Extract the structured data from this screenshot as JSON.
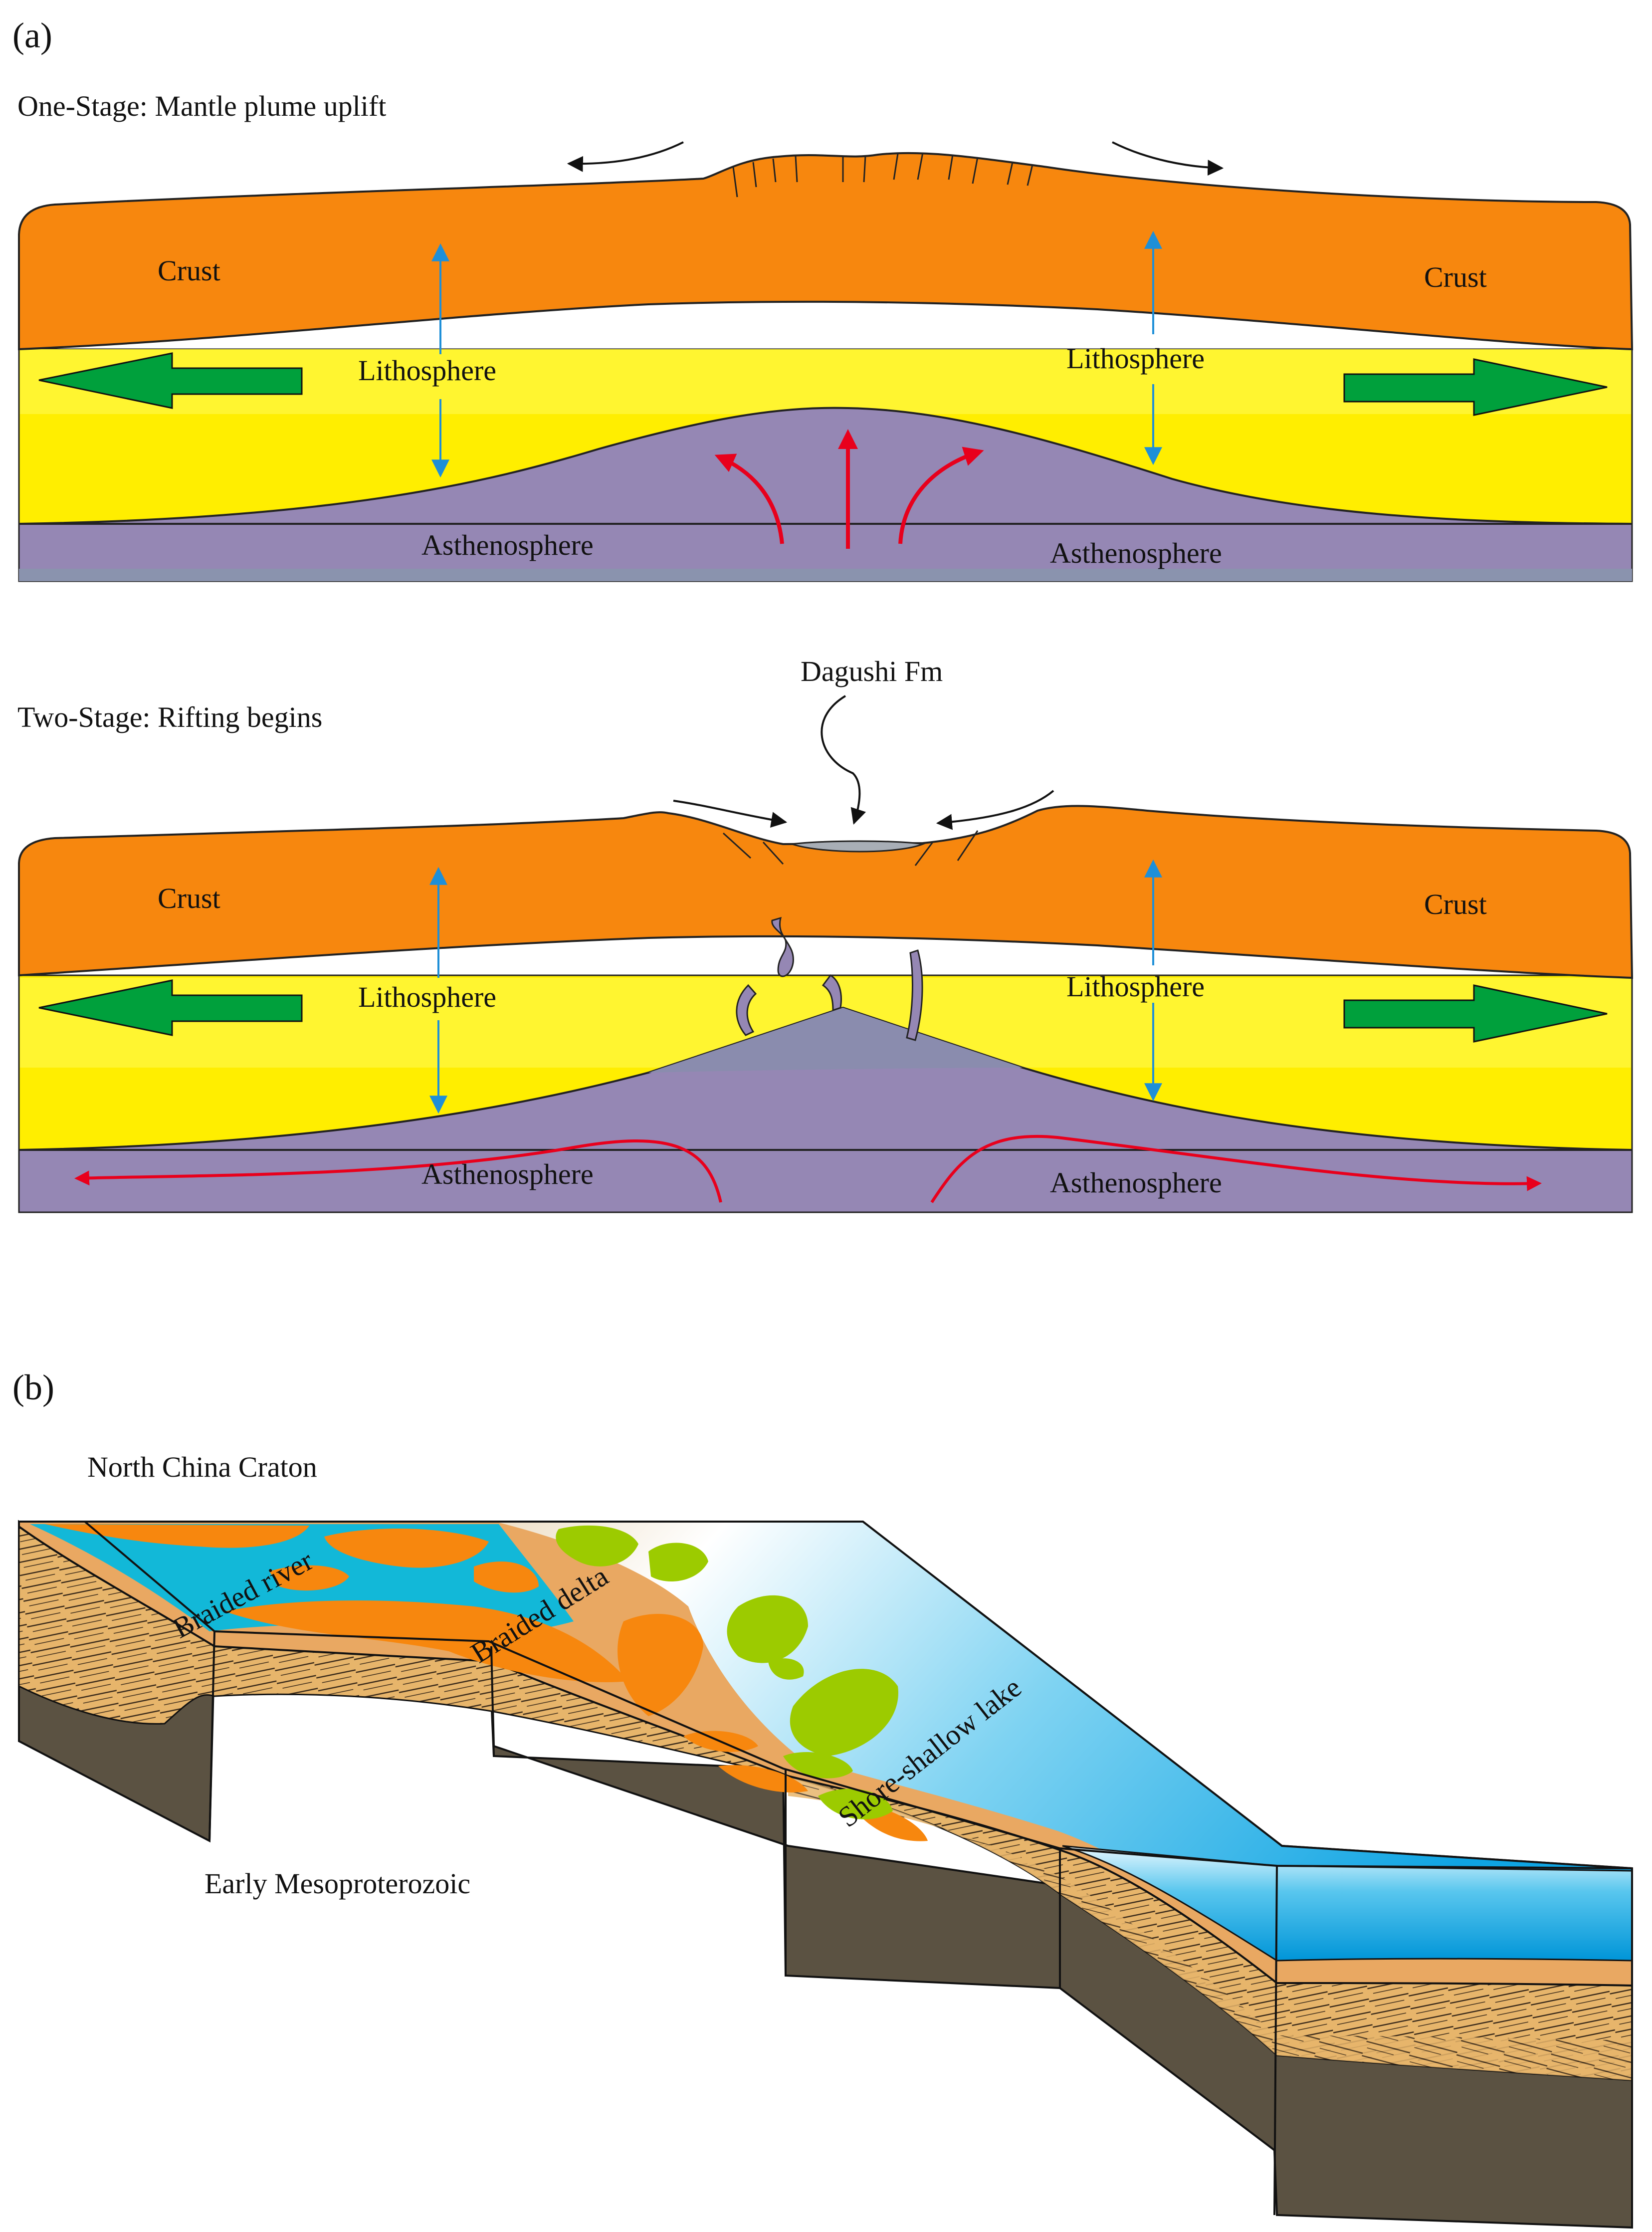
{
  "panel_a": {
    "label": "(a)",
    "stage1": {
      "title": "One-Stage: Mantle plume uplift",
      "crust_left": "Crust",
      "crust_right": "Crust",
      "litho_left": "Lithosphere",
      "litho_right": "Lithosphere",
      "astheno_left": "Asthenosphere",
      "astheno_right": "Asthenosphere"
    },
    "stage2": {
      "title": "Two-Stage: Rifting begins",
      "formation": "Dagushi  Fm",
      "crust_left": "Crust",
      "crust_right": "Crust",
      "litho_left": "Lithosphere",
      "litho_right": "Lithosphere",
      "astheno_left": "Asthenosphere",
      "astheno_right": "Asthenosphere"
    }
  },
  "panel_b": {
    "label": "(b)",
    "region": "North China Craton",
    "period": "Early Mesoproterozoic",
    "river": "Braided river",
    "delta": "Braided delta",
    "lake": "Shore-shallow lake"
  },
  "colors": {
    "crust": "#F7870E",
    "lithosphere": "#FFEE00",
    "asthenosphere": "#9587B4",
    "extension_arrow": "#00A03C",
    "flow_arrow": "#E8001C",
    "thickness_arrow": "#1E8FD8",
    "lake_water": "#00A6E3",
    "vegetation": "#9CCB00",
    "sediment": "#E7B56B",
    "basement": "#5B5242"
  }
}
